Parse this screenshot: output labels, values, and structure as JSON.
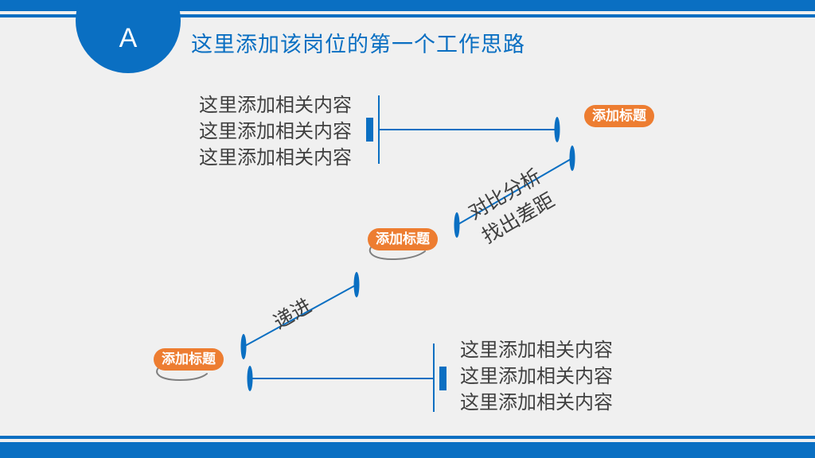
{
  "header": {
    "letter": "A",
    "title": "这里添加该岗位的第一个工作思路"
  },
  "top_text_block": {
    "lines": [
      "这里添加相关内容",
      "这里添加相关内容",
      "这里添加相关内容"
    ]
  },
  "bottom_text_block": {
    "lines": [
      "这里添加相关内容",
      "这里添加相关内容",
      "这里添加相关内容"
    ]
  },
  "badges": {
    "top": "添加标题",
    "middle": "添加标题",
    "bottom": "添加标题"
  },
  "diagonal_labels": {
    "lower": "递进",
    "upper_line1": "对比分析",
    "upper_line2": "找出差距"
  },
  "colors": {
    "primary_blue": "#0a6fc2",
    "accent_orange": "#ed7d31",
    "text_gray": "#404040",
    "background": "#f0f0f0"
  }
}
